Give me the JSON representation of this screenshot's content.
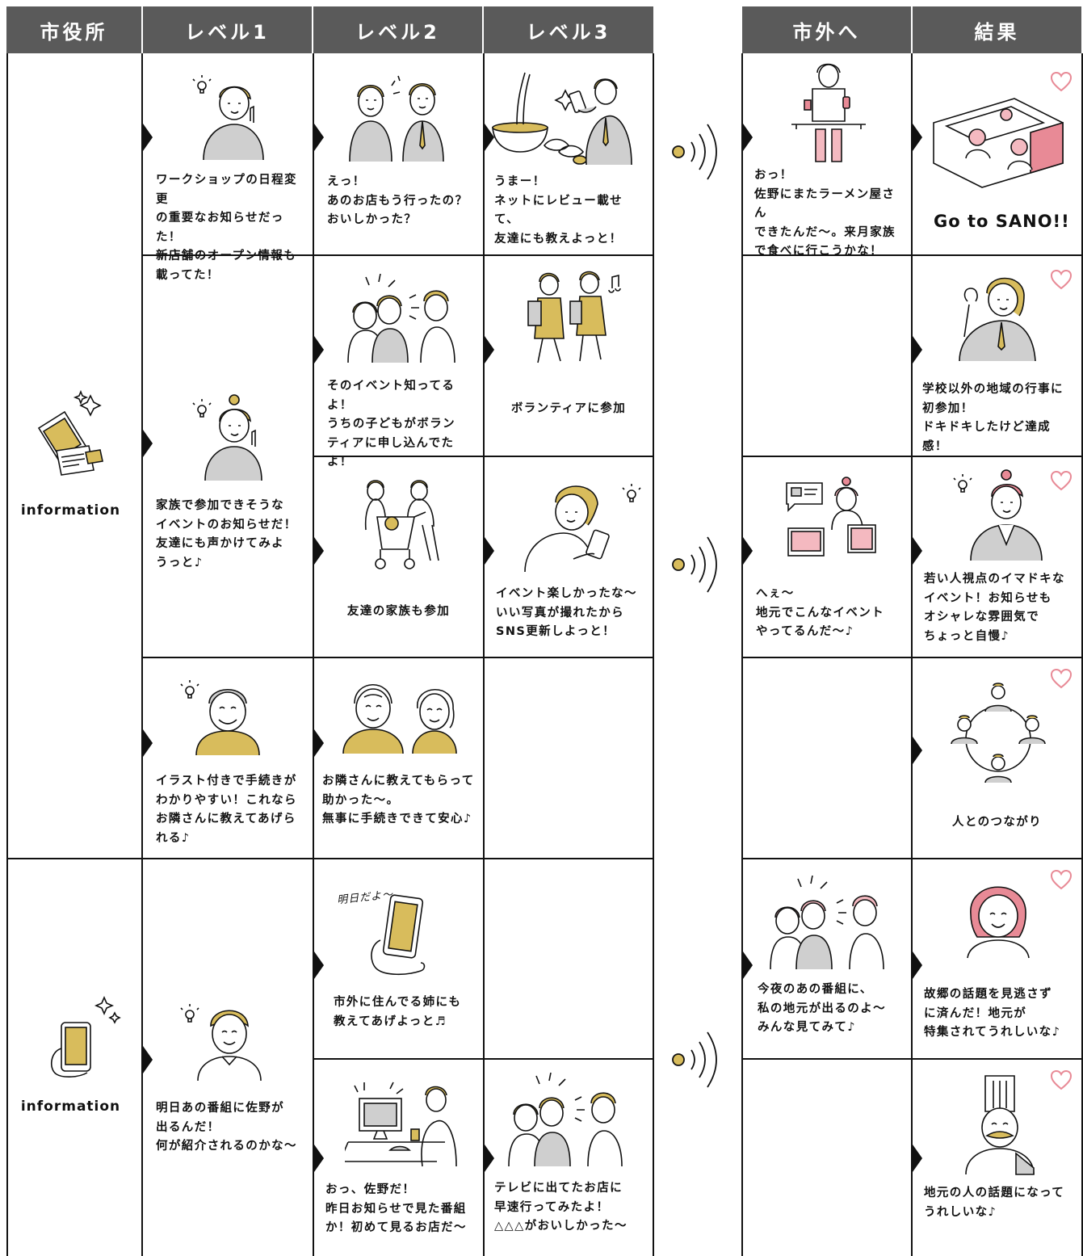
{
  "colors": {
    "header_bg": "#5a5a5a",
    "accent_gold": "#d8bc5c",
    "accent_pink": "#e88a96",
    "gray_fill": "#cfcfcf",
    "line": "#111111"
  },
  "headers": {
    "city_hall": "市役所",
    "level1": "レベル1",
    "level2": "レベル2",
    "level3": "レベル3",
    "outside": "市外へ",
    "result": "結果"
  },
  "sources": [
    {
      "label": "information",
      "icon": "flyer-icon"
    },
    {
      "label": "information",
      "icon": "smartphone-icon"
    }
  ],
  "level1": [
    {
      "text": "ワークショップの日程変更\nの重要なお知らせだった！\n新店舗のオープン情報も\n載ってた！",
      "icon": "woman-idea-icon"
    },
    {
      "text": "家族で参加できそうな\nイベントのお知らせだ！\n友達にも声かけてみよ\nうっと♪",
      "icon": "woman-bun-idea-icon"
    },
    {
      "text": "イラスト付きで手続きが\nわかりやすい！これなら\nお隣さんに教えてあげら\nれる♪",
      "icon": "elderly-man-idea-icon"
    },
    {
      "text": "明日あの番組に佐野が\n出るんだ！\n何が紹介されるのかな～",
      "icon": "man-idea-icon"
    }
  ],
  "level2": [
    {
      "text": "えっ！\nあのお店もう行ったの？\nおいしかった？",
      "icon": "coworkers-talking-icon"
    },
    {
      "text": "そのイベント知ってるよ！\nうちの子どもがボラン\nティアに申し込んでたよ！",
      "icon": "group-chatting-icon"
    },
    {
      "text": "友達の家族も参加",
      "icon": "family-stroller-icon"
    },
    {
      "text": "お隣さんに教えてもらって\n助かった～。\n無事に手続きできて安心♪",
      "icon": "elderly-couple-icon"
    },
    {
      "text": "市外に住んでる姉にも\n教えてあげよっと♬",
      "icon": "phone-in-hand-icon",
      "caption": "明日だよ～"
    },
    {
      "text": "おっ、佐野だ！\n昨日お知らせで見た番組\nか！初めて見るお店だ～",
      "icon": "man-watching-tv-icon"
    }
  ],
  "level3": [
    {
      "text": "うまー！\nネットにレビュー載せて、\n友達にも教えよっと！",
      "icon": "ramen-review-icon"
    },
    {
      "text": "ボランティアに参加",
      "icon": "students-walking-icon"
    },
    {
      "text": "イベント楽しかったな～\nいい写真が撮れたから\nSNS更新しよっと！",
      "icon": "woman-phone-idea-icon"
    },
    {
      "text": "テレビに出てたお店に\n早速行ってみたよ！\n△△△がおいしかった～",
      "icon": "friends-chatting-icon"
    }
  ],
  "outside": [
    {
      "text": "おっ！\n佐野にまたラーメン屋さん\nできたんだ～。来月家族\nで食べに行こうかな！",
      "icon": "person-at-desk-icon"
    },
    {
      "text": "へぇ～\n地元でこんなイベント\nやってるんだ～♪",
      "icon": "woman-browsing-photos-icon"
    },
    {
      "text": "今夜のあの番組に、\n私の地元が出るのよ～\nみんな見てみて♪",
      "icon": "group-chatting-pink-icon"
    }
  ],
  "results": [
    {
      "text": "Go to SANO!!",
      "icon": "car-trip-icon"
    },
    {
      "text": "学校以外の地域の行事に\n初参加！\nドキドキしたけど達成感！",
      "icon": "student-fist-pump-icon"
    },
    {
      "text": "若い人視点のイマドキな\nイベント！お知らせも\nオシャレな雰囲気で\nちょっと自慢♪",
      "icon": "woman-suit-idea-icon"
    },
    {
      "text": "人とのつながり",
      "icon": "people-network-icon"
    },
    {
      "text": "故郷の話題を見逃さず\nに済んだ！地元が\n特集されてうれしいな♪",
      "icon": "smiling-woman-icon"
    },
    {
      "text": "地元の人の話題になって\nうれしいな♪",
      "icon": "chef-icon"
    }
  ]
}
